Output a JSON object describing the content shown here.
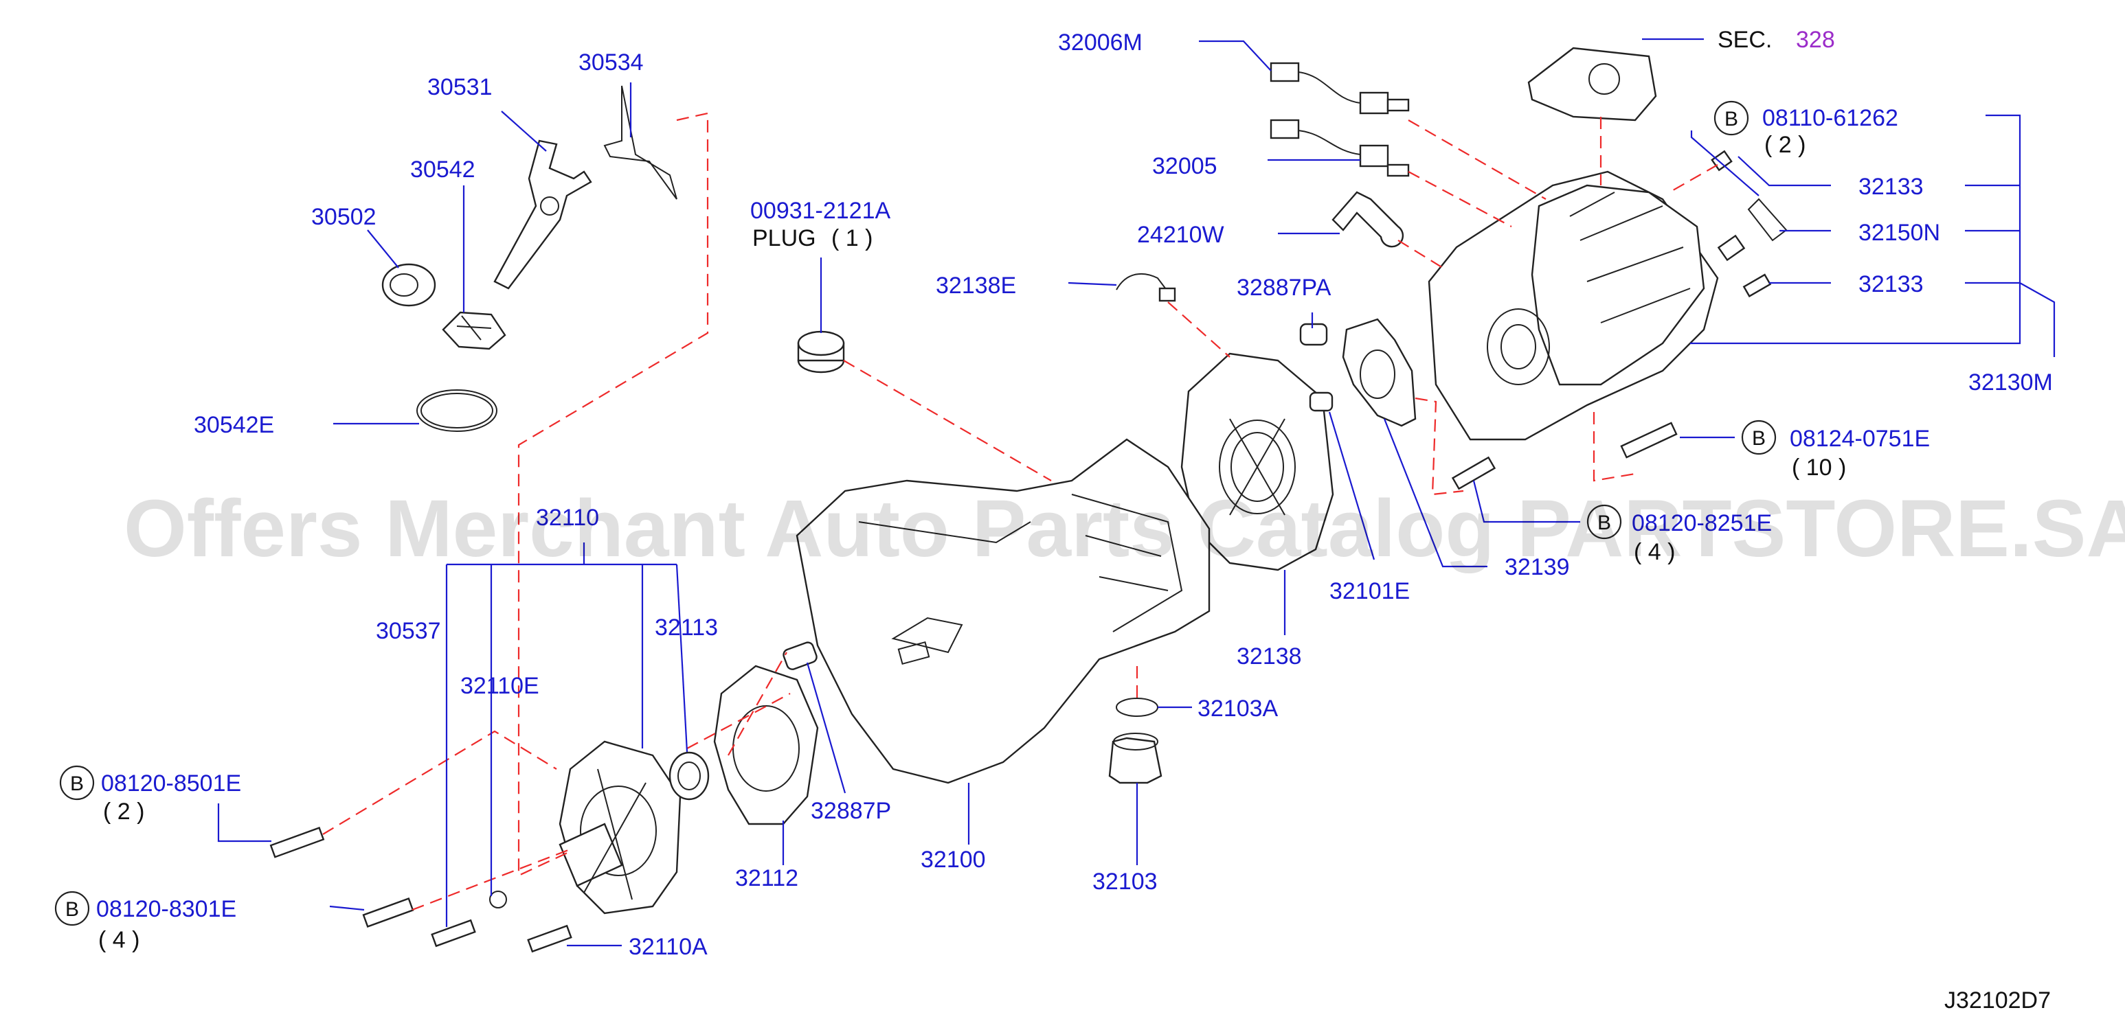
{
  "watermark": "Offers Merchant Auto Parts Catalog PARTSTORE.SA",
  "diagram_code": "J32102D7",
  "section_ref": {
    "prefix": "SEC.",
    "number": "328"
  },
  "bolt_marker": "B",
  "labels": {
    "p30534": "30534",
    "p30531": "30531",
    "p30542": "30542",
    "p30502": "30502",
    "p30542E": "30542E",
    "p00931": "00931-2121A",
    "plug": "PLUG",
    "plug_qty": "( 1 )",
    "p32138E": "32138E",
    "p32006M": "32006M",
    "p32005": "32005",
    "p24210W": "24210W",
    "p32887PA": "32887PA",
    "p08110": "08110-61262",
    "q08110": "( 2 )",
    "p32133a": "32133",
    "p32150N": "32150N",
    "p32133b": "32133",
    "p32130M": "32130M",
    "p08124": "08124-0751E",
    "q08124": "( 10 )",
    "p08120_8251": "08120-8251E",
    "q08120_8251": "( 4 )",
    "p32139": "32139",
    "p32101E": "32101E",
    "p32138": "32138",
    "p32110": "32110",
    "p30537": "30537",
    "p32110E": "32110E",
    "p32113": "32113",
    "p08120_8501": "08120-8501E",
    "q08120_8501": "( 2 )",
    "p08120_8301": "08120-8301E",
    "q08120_8301": "( 4 )",
    "p32110A": "32110A",
    "p32112": "32112",
    "p32887P": "32887P",
    "p32100": "32100",
    "p32103A": "32103A",
    "p32103": "32103"
  }
}
